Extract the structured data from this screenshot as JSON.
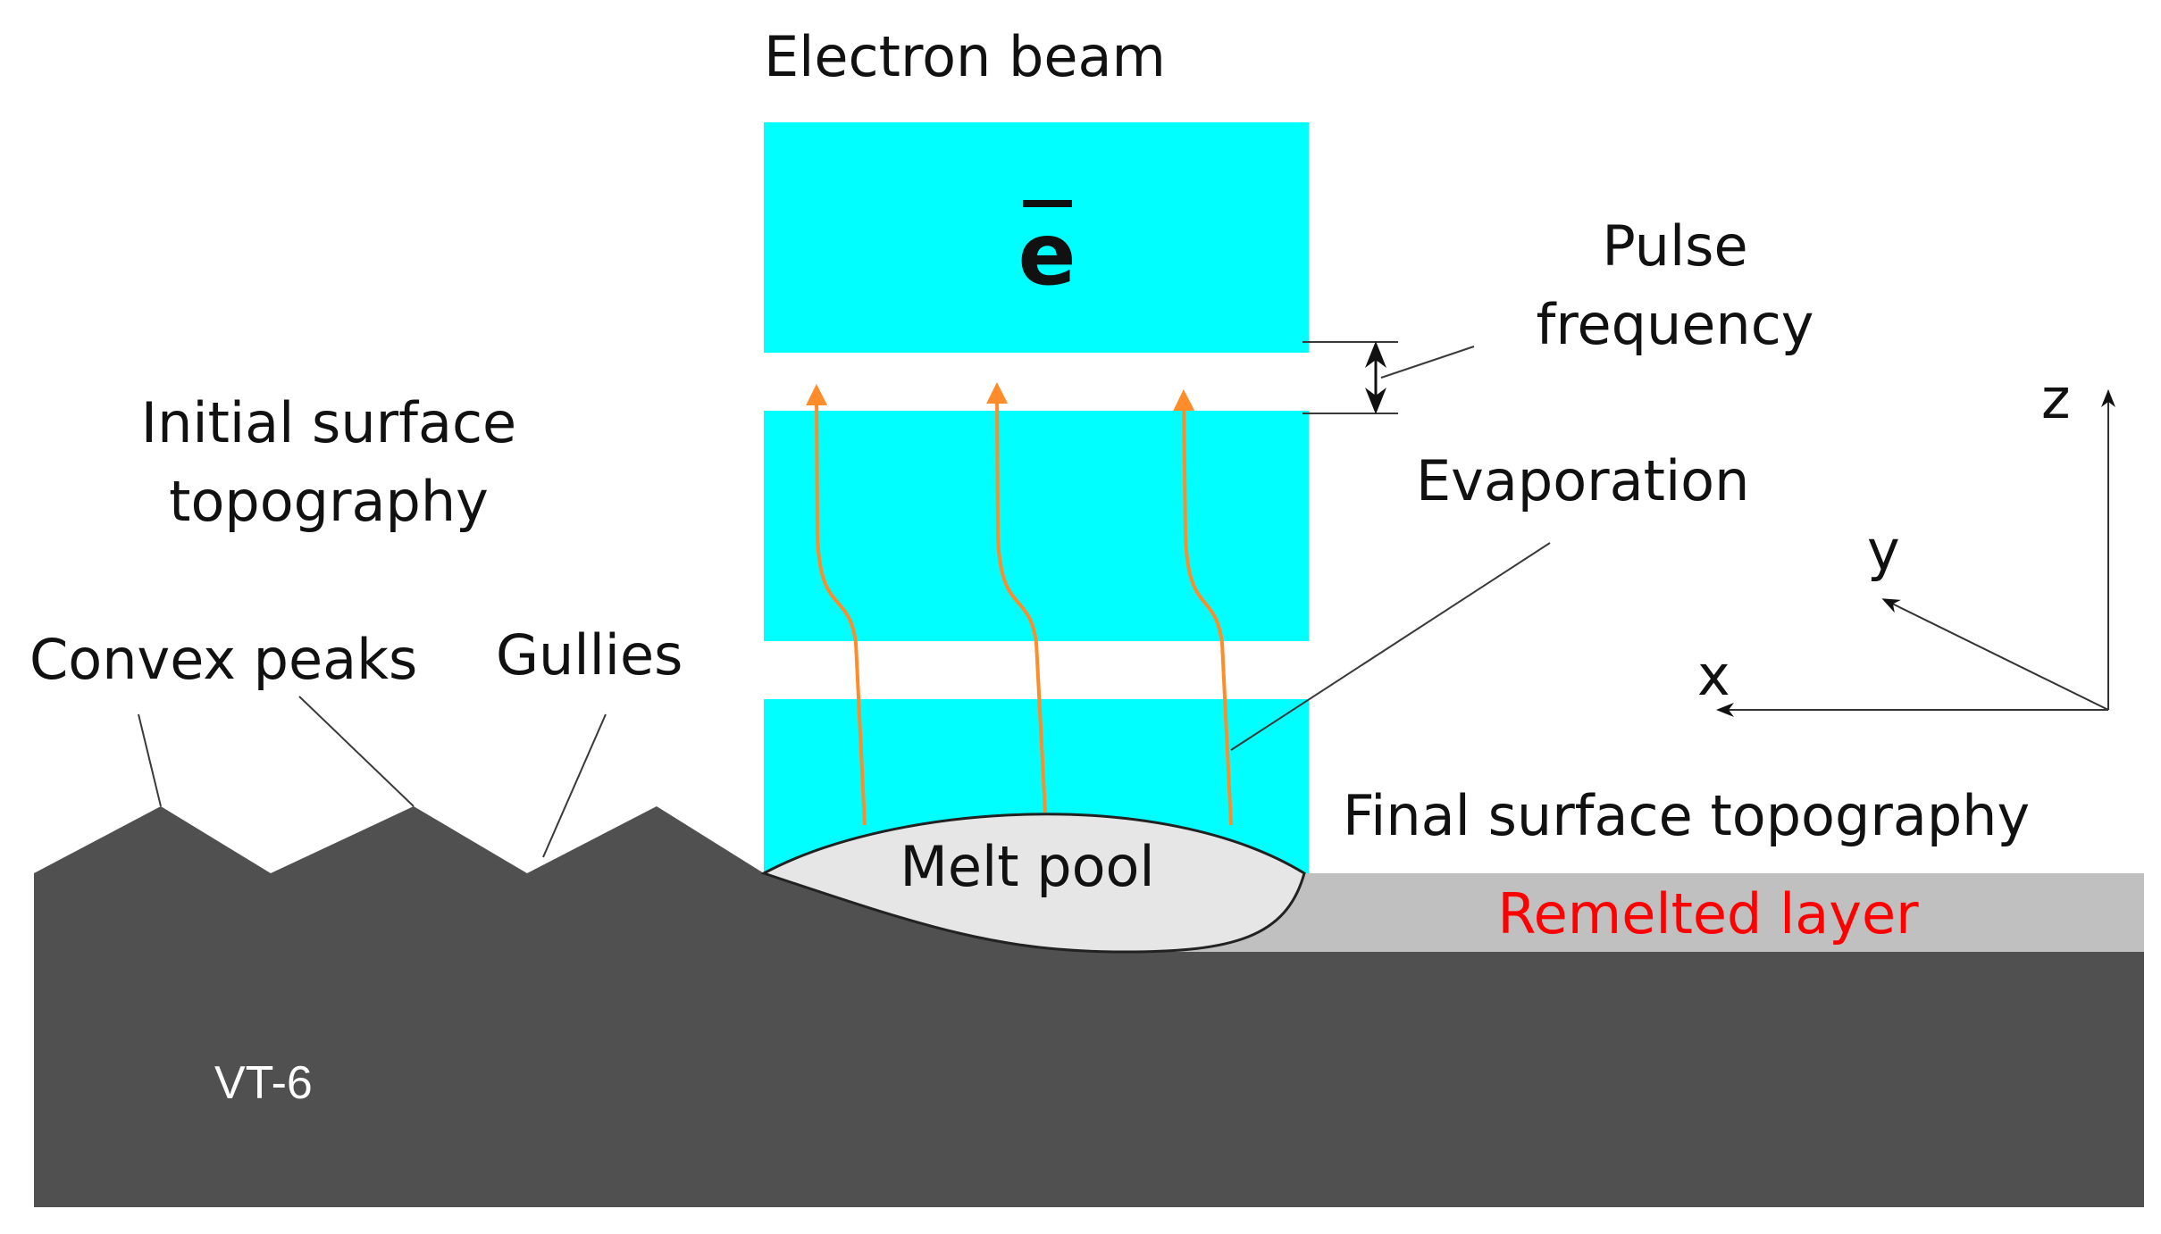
{
  "labels": {
    "electron_beam": "Electron beam",
    "electron_symbol": "e",
    "pulse_line1": "Pulse",
    "pulse_line2": "frequency",
    "initial_line1": "Initial surface",
    "initial_line2": "topography",
    "convex_peaks": "Convex peaks",
    "gullies": "Gullies",
    "evaporation": "Evaporation",
    "final_surface": "Final surface topography",
    "melt_pool": "Melt pool",
    "remelted_layer": "Remelted layer",
    "material": "VT-6"
  },
  "axes": {
    "z": "z",
    "y": "y",
    "x": "x"
  },
  "colors": {
    "beam": "#00ffff",
    "substrate": "#505050",
    "remelted": "#c0c0c0",
    "melt_pool": "#e6e6e6",
    "evaporation": "#ff8c2a",
    "remelted_text": "#ff0000"
  }
}
